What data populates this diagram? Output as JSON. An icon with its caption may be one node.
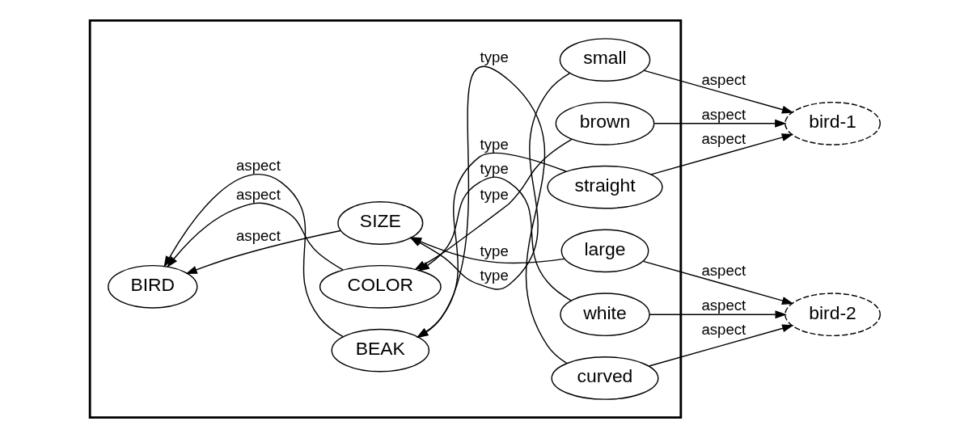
{
  "diagram": {
    "nodes": [
      {
        "text": [],
        "shape": "box"
      },
      {
        "text": [
          "BIRD"
        ],
        "in": 0
      },
      {
        "text": [
          "SIZE"
        ],
        "in": 0
      },
      {
        "text": [
          "COLOR"
        ],
        "in": 0
      },
      {
        "text": [
          "BEAK"
        ],
        "in": 0
      },
      {
        "text": [
          "small"
        ],
        "in": 0
      },
      {
        "text": [
          "large"
        ],
        "in": 0
      },
      {
        "text": [
          "brown"
        ],
        "in": 0
      },
      {
        "text": [
          "white"
        ],
        "in": 0
      },
      {
        "text": [
          "straight"
        ],
        "in": 0
      },
      {
        "text": [
          "curved"
        ],
        "in": 0
      },
      {
        "text": [
          "bird-1"
        ]
      },
      {
        "text": [
          "bird-2"
        ]
      }
    ],
    "edges": [
      {
        "from": 5,
        "to": 2,
        "arrow": "to",
        "label": "type"
      },
      {
        "from": 6,
        "to": 2,
        "arrow": "to",
        "label": "type"
      },
      {
        "from": 2,
        "to": 1,
        "arrow": "to",
        "label": "aspect"
      },
      {
        "from": 7,
        "to": 3,
        "arrow": "to",
        "label": "type"
      },
      {
        "from": 3,
        "to": 1,
        "arrow": "to",
        "label": "aspect"
      },
      {
        "from": 8,
        "to": 3,
        "arrow": "to",
        "label": "type"
      },
      {
        "from": 4,
        "to": 1,
        "arrow": "to",
        "label": "aspect"
      },
      {
        "from": 9,
        "to": 4,
        "arrow": "to",
        "label": "type"
      },
      {
        "from": 10,
        "to": 4,
        "arrow": "to",
        "label": "type"
      },
      {
        "from": 5,
        "to": 11,
        "arrow": "to",
        "label": "aspect"
      },
      {
        "from": 6,
        "to": 12,
        "arrow": "to",
        "label": "aspect"
      },
      {
        "from": 7,
        "to": 11,
        "arrow": "to",
        "label": "aspect"
      },
      {
        "from": 8,
        "to": 12,
        "arrow": "to",
        "label": "aspect"
      },
      {
        "from": 9,
        "to": 11,
        "arrow": "to",
        "label": "aspect"
      },
      {
        "from": 10,
        "to": 12,
        "arrow": "to",
        "label": "aspect"
      }
    ]
  }
}
